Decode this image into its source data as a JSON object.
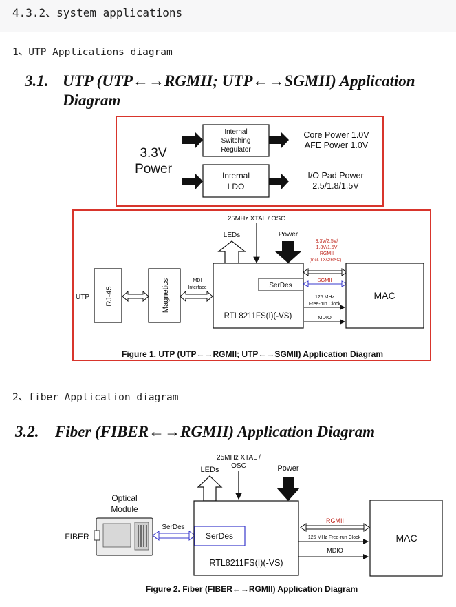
{
  "section_heading": "4.3.2、system applications",
  "sub1": "1、UTP Applications diagram",
  "sub2": "2、fiber Application diagram",
  "h31_num": "3.1.",
  "h31_line1": "UTP (UTP←→RGMII; UTP←→SGMII) Application",
  "h31_line2": "Diagram",
  "h32_num": "3.2.",
  "h32_title": "Fiber (FIBER←→RGMII) Application Diagram",
  "fig1": {
    "power_in": [
      "3.3V",
      "Power"
    ],
    "regulator": [
      "Internal",
      "Switching",
      "Regulator"
    ],
    "ldo": [
      "Internal",
      "LDO"
    ],
    "core_power": [
      "Core Power 1.0V",
      "AFE Power 1.0V"
    ],
    "io_power": [
      "I/O Pad Power",
      "2.5/1.8/1.5V"
    ],
    "xtal": "25MHz XTAL / OSC",
    "leds": "LEDs",
    "power": "Power",
    "voltages": [
      "3.3V/2.5V/",
      "1.8V/1.5V",
      "RGMII",
      "(Incl. TXC/RXC)"
    ],
    "utp": "UTP",
    "rj45": "RJ-45",
    "magnetics": "Magnetics",
    "mdi": [
      "MDI",
      "Interface"
    ],
    "serdes": "SerDes",
    "chip": "RTL8211FS(I)(-VS)",
    "sgmii": "SGMII",
    "clock": [
      "125 MHz",
      "Free-run Clock"
    ],
    "mdio": "MDIO",
    "mac": "MAC",
    "caption": "Figure 1.   UTP (UTP←→RGMII; UTP←→SGMII) Application Diagram"
  },
  "fig2": {
    "xtal": [
      "25MHz XTAL /",
      "OSC"
    ],
    "leds": "LEDs",
    "power": "Power",
    "optical": [
      "Optical",
      "Module"
    ],
    "fiber": "FIBER",
    "serdes_link": "SerDes",
    "serdes": "SerDes",
    "chip": "RTL8211FS(I)(-VS)",
    "rgmii": "RGMII",
    "clock": "125 MHz Free-run Clock",
    "mdio": "MDIO",
    "mac": "MAC",
    "caption": "Figure 2.   Fiber (FIBER←→RGMII) Application Diagram"
  },
  "colors": {
    "red_border": "#d8352c",
    "accent_red": "#c0281f",
    "link_blue": "#3a3acc"
  }
}
